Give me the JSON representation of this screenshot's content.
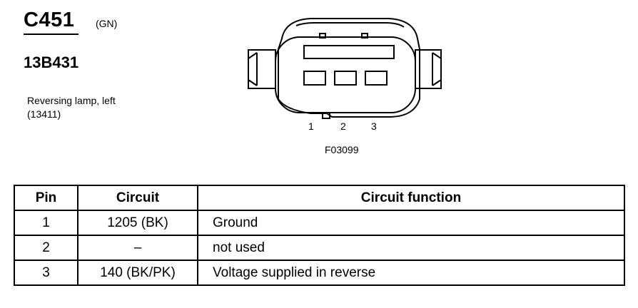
{
  "connector": {
    "id": "C451",
    "color": "(GN)",
    "part_number": "13B431",
    "description_line1": "Reversing lamp, left",
    "description_line2": "(13411)",
    "figure_code": "F03099",
    "pin_labels": [
      "1",
      "2",
      "3"
    ]
  },
  "table": {
    "headers": {
      "pin": "Pin",
      "circuit": "Circuit",
      "function": "Circuit function"
    },
    "rows": [
      {
        "pin": "1",
        "circuit": "1205 (BK)",
        "function": "Ground"
      },
      {
        "pin": "2",
        "circuit": "–",
        "function": "not used"
      },
      {
        "pin": "3",
        "circuit": "140 (BK/PK)",
        "function": "Voltage supplied in reverse"
      }
    ]
  }
}
